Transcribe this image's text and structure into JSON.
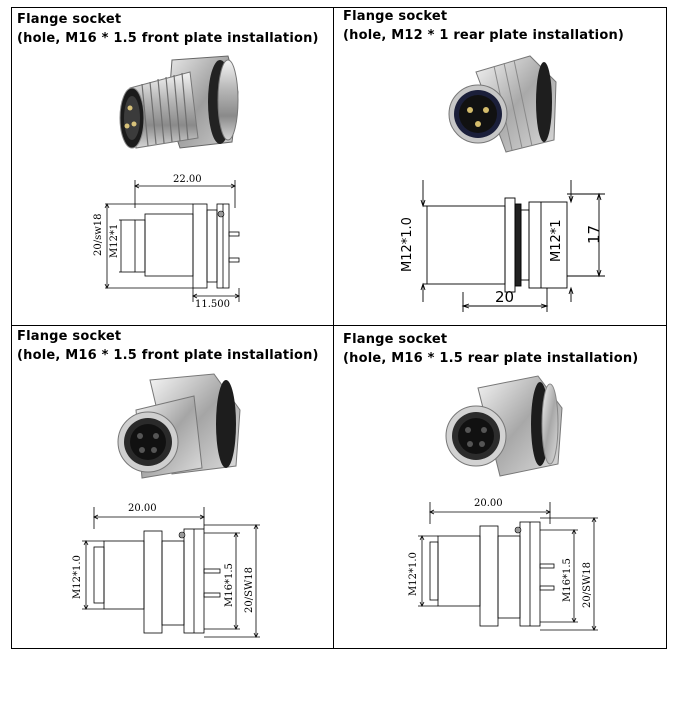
{
  "panels": [
    {
      "heading": "Flange socket",
      "subtitle": "(hole, M16 * 1.5 front plate installation)",
      "dims": {
        "length": "22.00",
        "thread": "M12*1",
        "hex": "20/sw18",
        "depth": "11.500"
      }
    },
    {
      "heading": "Flange socket",
      "subtitle": "(hole, M12 * 1 rear plate installation)",
      "dims": {
        "thread": "M12*1.0",
        "inner": "M12*1",
        "height": "17",
        "length": "20"
      }
    },
    {
      "heading": "Flange socket",
      "subtitle": "(hole, M16 * 1.5 front plate installation)",
      "dims": {
        "length": "20.00",
        "thread": "M12*1.0",
        "flange": "M16*1.5",
        "hex": "20/SW18"
      }
    },
    {
      "heading": "Flange socket",
      "subtitle": "(hole, M16 * 1.5 rear plate installation)",
      "dims": {
        "length": "20.00",
        "thread": "M12*1.0",
        "flange": "M16*1.5",
        "hex": "20/SW18"
      }
    }
  ]
}
